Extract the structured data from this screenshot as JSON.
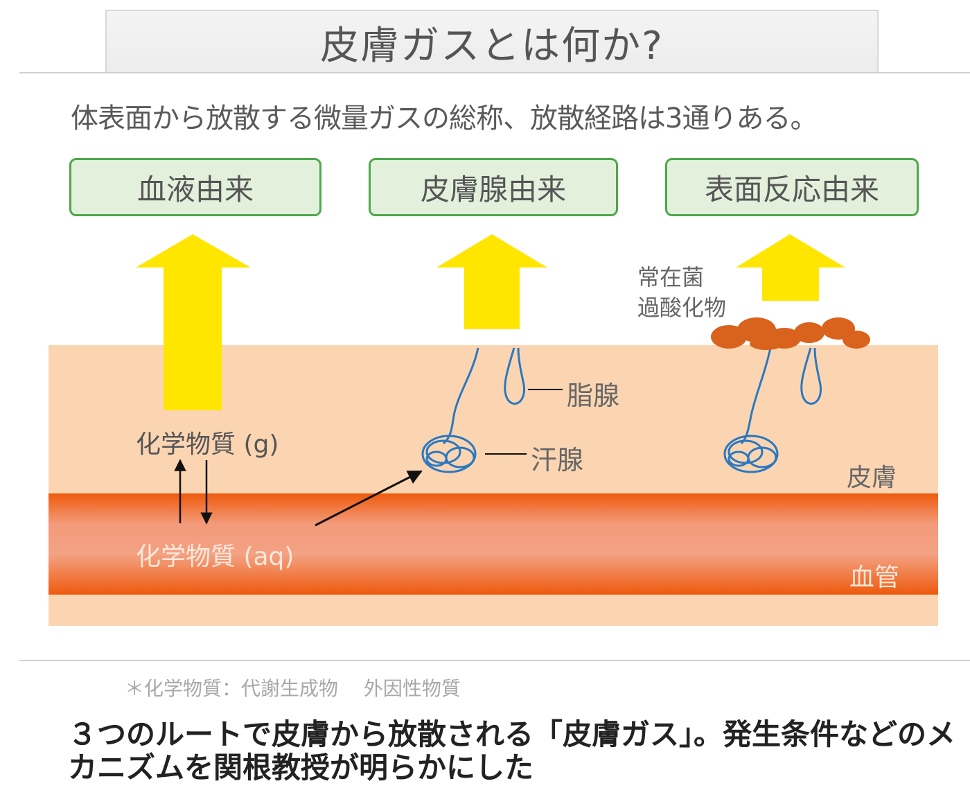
{
  "title": "皮膚ガスとは何か?",
  "subtitle": "体表面から放散する微量ガスの総称、放散経路は3通りある。",
  "categories": [
    "血液由来",
    "皮膚腺由来",
    "表面反応由来"
  ],
  "labels": {
    "bacteria": "常在菌",
    "peroxide": "過酸化物",
    "sebaceous_gland": "脂腺",
    "sweat_gland": "汗腺",
    "skin": "皮膚",
    "blood_vessel": "血管",
    "chem_gas": "化学物質 (g)",
    "chem_aq": "化学物質 (aq)"
  },
  "footnote": "＊化学物質：代謝生成物　 外因性物質",
  "caption": "３つのルートで皮膚から放散される「皮膚ガス」。発生条件などのメカニズムを関根教授が明らかにした",
  "colors": {
    "category_fill": "#e3f1dc",
    "category_border": "#4ca84a",
    "arrow": "#ffe600",
    "skin": "#fbd5b2",
    "vessel": "#ee5a0c",
    "gland": "#2a78c0",
    "bacteria": "#d9621c"
  }
}
